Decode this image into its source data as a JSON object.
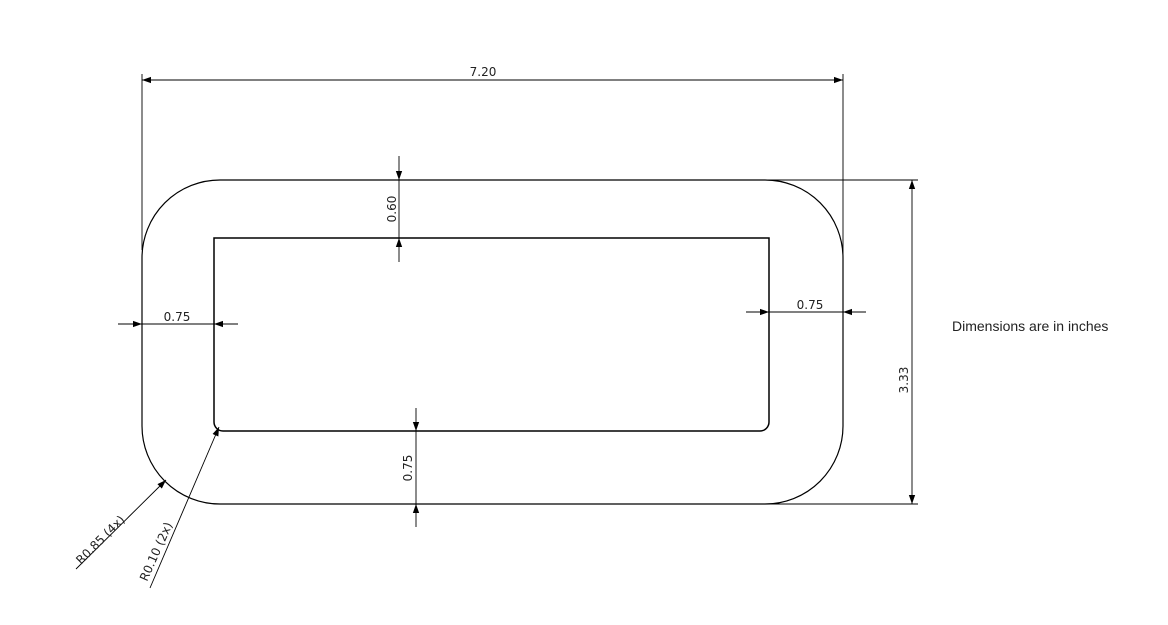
{
  "drawing": {
    "overall_width": "7.20",
    "overall_height": "3.33",
    "top_wall": "0.60",
    "left_wall": "0.75",
    "right_wall": "0.75",
    "bottom_wall": "0.75",
    "outer_radius": "R0.85 (4x)",
    "inner_radius": "R0.10 (2x)",
    "note": "Dimensions are in inches"
  },
  "colors": {
    "line": "#000000",
    "text": "#222222",
    "background": "#ffffff"
  }
}
